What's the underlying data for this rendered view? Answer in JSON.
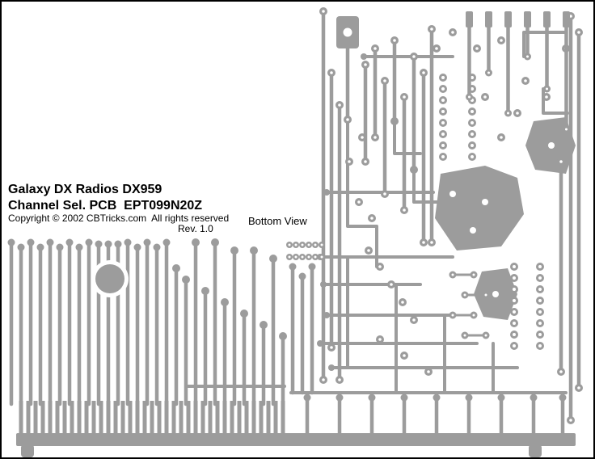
{
  "title_block": {
    "line1": "Galaxy DX Radios DX959",
    "line2": "Channel Sel. PCB  EPT099N20Z",
    "copyright": "Copyright © 2002 CBTricks.com  All rights reserved",
    "revision": "Rev. 1.0"
  },
  "view_label": "Bottom View",
  "colors": {
    "trace": "#9c9c9c",
    "background": "#ffffff",
    "border": "#000000"
  }
}
